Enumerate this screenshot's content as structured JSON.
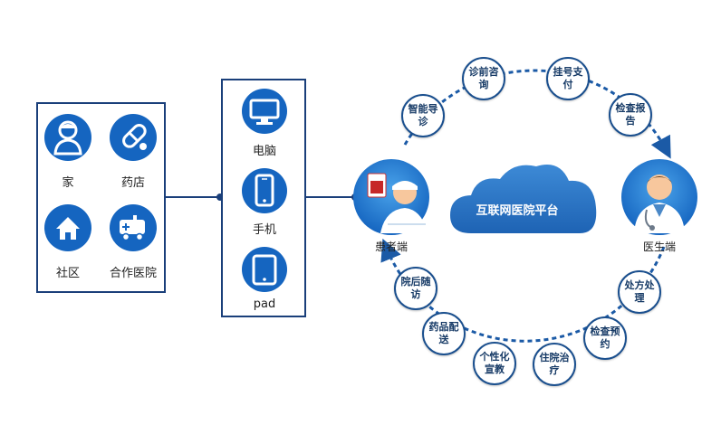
{
  "colors": {
    "primary": "#1565c0",
    "navy": "#1a3f7a",
    "ring": "#1b5aa6",
    "cloud": "#2a77c8",
    "icon_white": "#ffffff"
  },
  "left_panel": {
    "items": [
      {
        "label": "家",
        "icon": "nurse-person-icon"
      },
      {
        "label": "药店",
        "icon": "pill-icon"
      },
      {
        "label": "社区",
        "icon": "house-icon"
      },
      {
        "label": "合作医院",
        "icon": "ambulance-icon"
      }
    ]
  },
  "devices_panel": {
    "items": [
      {
        "label": "电脑",
        "icon": "monitor-icon"
      },
      {
        "label": "手机",
        "icon": "smartphone-icon"
      },
      {
        "label": "pad",
        "icon": "tablet-icon"
      }
    ]
  },
  "platform": {
    "label": "互联网医院平台",
    "patient_label": "患者端",
    "doctor_label": "医生端"
  },
  "ring_nodes": [
    {
      "label": "智能导诊"
    },
    {
      "label": "诊前咨询"
    },
    {
      "label": "挂号支付"
    },
    {
      "label": "检查报告"
    },
    {
      "label": "处方处理"
    },
    {
      "label": "检查预约"
    },
    {
      "label": "住院治疗"
    },
    {
      "label": "个性化宣教"
    },
    {
      "label": "药品配送"
    },
    {
      "label": "院后随访"
    }
  ]
}
